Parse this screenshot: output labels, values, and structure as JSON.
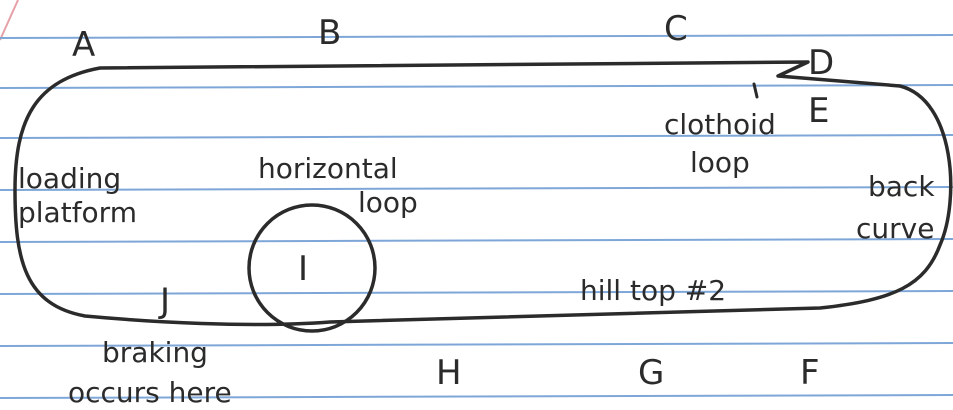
{
  "colors": {
    "paper": "#ffffff",
    "rule_line": "#7ea7d8",
    "margin_line": "#e6a0a8",
    "ink": "#2b2b2b"
  },
  "points": {
    "A": "A",
    "B": "B",
    "C": "C",
    "D": "D",
    "E": "E",
    "F": "F",
    "G": "G",
    "H": "H",
    "I": "I",
    "J": "J"
  },
  "annotations": {
    "loading_platform_1": "loading",
    "loading_platform_2": "platform",
    "horizontal_loop_1": "horizontal",
    "horizontal_loop_2": "loop",
    "clothoid_loop_1": "clothoid",
    "clothoid_loop_2": "loop",
    "back_curve_1": "back",
    "back_curve_2": "curve",
    "hilltop": "hill top #2",
    "braking_1": "braking",
    "braking_2": "occurs here"
  }
}
